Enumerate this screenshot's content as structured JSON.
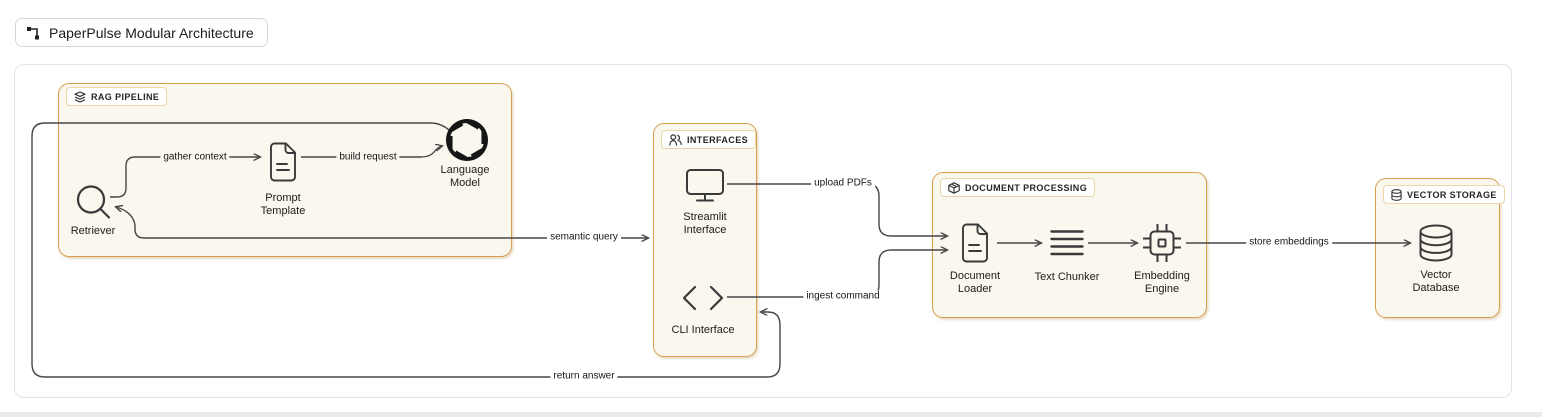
{
  "window": {
    "title_tab": {
      "icon": "flow-connector-icon",
      "label": "PaperPulse Modular Architecture"
    }
  },
  "diagram": {
    "groups": [
      {
        "id": "rag-pipeline",
        "label": "RAG PIPELINE",
        "icon": "layers-icon"
      },
      {
        "id": "interfaces",
        "label": "INTERFACES",
        "icon": "users-icon"
      },
      {
        "id": "document-processing",
        "label": "DOCUMENT PROCESSING",
        "icon": "package-icon"
      },
      {
        "id": "vector-storage",
        "label": "VECTOR STORAGE",
        "icon": "database-icon"
      }
    ],
    "nodes": [
      {
        "id": "retriever",
        "label": "Retriever",
        "icon": "magnifier-icon",
        "group": "rag-pipeline"
      },
      {
        "id": "prompt-template",
        "label": "Prompt Template",
        "icon": "document-icon",
        "group": "rag-pipeline"
      },
      {
        "id": "language-model",
        "label": "Language Model",
        "icon": "openai-logo-icon",
        "group": "rag-pipeline"
      },
      {
        "id": "streamlit-interface",
        "label": "Streamlit Interface",
        "icon": "monitor-icon",
        "group": "interfaces"
      },
      {
        "id": "cli-interface",
        "label": "CLI Interface",
        "icon": "chevrons-icon",
        "group": "interfaces"
      },
      {
        "id": "document-loader",
        "label": "Document Loader",
        "icon": "document-icon",
        "group": "document-processing"
      },
      {
        "id": "text-chunker",
        "label": "Text Chunker",
        "icon": "lines-icon",
        "group": "document-processing"
      },
      {
        "id": "embedding-engine",
        "label": "Embedding Engine",
        "icon": "chip-icon",
        "group": "document-processing"
      },
      {
        "id": "vector-database",
        "label": "Vector Database",
        "icon": "database-cylinder-icon",
        "group": "vector-storage"
      }
    ],
    "edges": [
      {
        "label": "gather context",
        "from": "Retriever",
        "to": "Prompt Template",
        "direction": "forward"
      },
      {
        "label": "build request",
        "from": "Prompt Template",
        "to": "Language Model",
        "direction": "forward"
      },
      {
        "label": "semantic query",
        "from": "Interfaces",
        "to": "Retriever",
        "direction": "both"
      },
      {
        "label": "upload PDFs",
        "from": "Streamlit Interface",
        "to": "Document Loader",
        "direction": "forward"
      },
      {
        "label": "ingest command",
        "from": "CLI Interface",
        "to": "Document Loader",
        "direction": "forward"
      },
      {
        "label": "store embeddings",
        "from": "Embedding Engine",
        "to": "Vector Database",
        "direction": "forward"
      },
      {
        "label": "return answer",
        "from": "Language Model",
        "to": "Interfaces",
        "direction": "forward"
      },
      {
        "label": "",
        "from": "Document Loader",
        "to": "Text Chunker",
        "direction": "forward"
      },
      {
        "label": "",
        "from": "Text Chunker",
        "to": "Embedding Engine",
        "direction": "forward"
      }
    ],
    "colors": {
      "group_fill": "#FAF7EE",
      "group_border": "#D79F4E",
      "badge_border": "#EDD6A8",
      "edge": "#464646",
      "icon_stroke": "#3A3A3A",
      "canvas_border": "#E3E3E6"
    }
  }
}
